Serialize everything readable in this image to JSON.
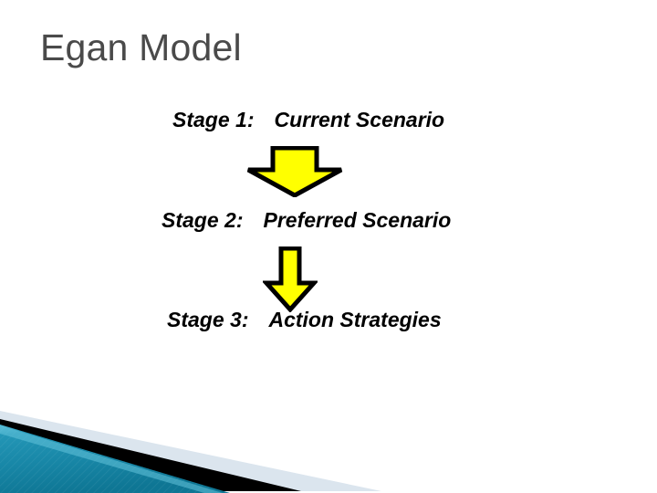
{
  "slide": {
    "title": "Egan Model",
    "background_color": "#ffffff",
    "title_color": "#4a4a4a"
  },
  "stages": [
    {
      "id": "stage-1",
      "label": "Stage 1:",
      "text": "Current Scenario"
    },
    {
      "id": "stage-2",
      "label": "Stage 2:",
      "text": "Preferred Scenario"
    },
    {
      "id": "stage-3",
      "label": "Stage 3:",
      "text": "Action Strategies"
    }
  ],
  "arrows": [
    {
      "id": "arrow-1",
      "icon": "down-arrow-icon",
      "direction": "down",
      "fill_color": "#ffff00",
      "stroke_color": "#000000"
    },
    {
      "id": "arrow-2",
      "icon": "down-arrow-icon",
      "direction": "down",
      "fill_color": "#ffff00",
      "stroke_color": "#000000"
    }
  ],
  "decoration": {
    "name": "corner-banner",
    "teal_color": "#1a88a8",
    "teal_light_color": "#5bb8d4",
    "teal_dark_color": "#0d7491",
    "stripe_color": "#000000",
    "pale_wedge_color": "#dbe5ee"
  }
}
